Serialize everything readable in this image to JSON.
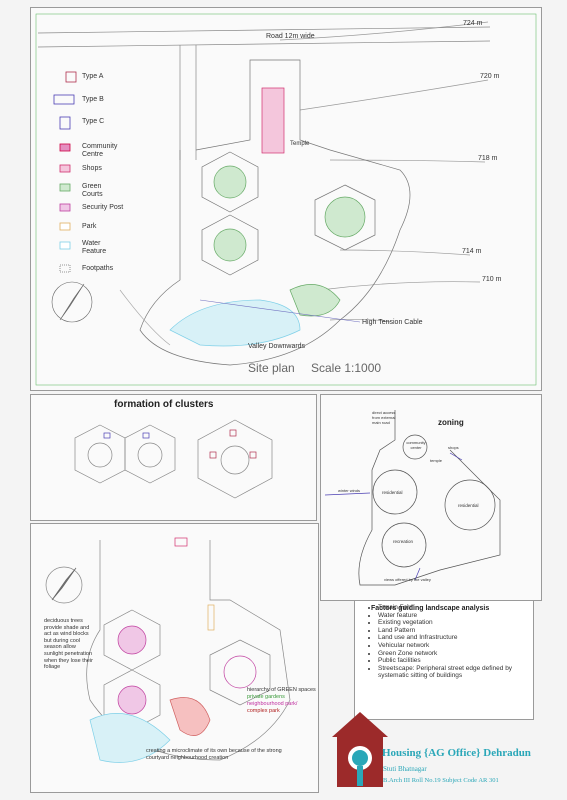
{
  "site": {
    "road_label": "Road 12m wide",
    "contours": [
      "724 m",
      "720 m",
      "718 m",
      "714 m",
      "710 m"
    ],
    "temple_label": "Temple",
    "cable_label": "High Tension Cable",
    "valley_label": "Valley Downwards",
    "plan_title": "Site plan",
    "scale": "Scale 1:1000"
  },
  "legend": [
    {
      "label": "Type A",
      "icon": "type-a-unit-icon",
      "color": "#b0304e"
    },
    {
      "label": "Type B",
      "icon": "type-b-unit-icon",
      "color": "#4b3fb3"
    },
    {
      "label": "Type C",
      "icon": "type-c-unit-icon",
      "color": "#4b3fb3"
    },
    {
      "label": "Community Centre",
      "icon": "community-centre-swatch",
      "color": "#e48fc0"
    },
    {
      "label": "Shops",
      "icon": "shops-swatch",
      "color": "#d0306e"
    },
    {
      "label": "Green Courts",
      "icon": "green-courts-swatch",
      "color": "#8fd08f"
    },
    {
      "label": "Security Post",
      "icon": "security-post-swatch",
      "color": "#c040a0"
    },
    {
      "label": "Park",
      "icon": "park-swatch",
      "color": "#e0b060"
    },
    {
      "label": "Water Feature",
      "icon": "water-feature-swatch",
      "color": "#7fd0e8"
    },
    {
      "label": "Footpaths",
      "icon": "footpaths-swatch",
      "color": "#777777"
    }
  ],
  "clusters": {
    "title": "formation of clusters"
  },
  "zoning": {
    "title": "zoning",
    "labels": {
      "access": "direct access from external main road",
      "community": "community center",
      "shops": "shops",
      "temple": "temple",
      "residential_1": "residential",
      "residential_2": "residential",
      "recreation": "recreation",
      "winds": "winter winds",
      "views": "views offered by the valley"
    }
  },
  "landscape": {
    "deciduous_note": "deciduous trees provide shade and act as wind blocks but during cool season allow sunlight penetration when they lose their foliage",
    "hierarchy": {
      "title": "hierarchy of GREEN spaces",
      "private": "private gardens",
      "neighbourhood": "neighbourhood park/",
      "complex": "complex park"
    },
    "microclimate_note": "creating a microclimate of its own because of the strong courtyard neighbourhood creation"
  },
  "factors": {
    "title": "Factors guiding landscape analysis",
    "items": [
      "Terrain Form",
      "Water feature",
      "Existing vegetation",
      "Land Pattern",
      "Land use and Infrastructure",
      "Vehicular network",
      "Green Zone network",
      "Public facilities",
      "Streetscape: Peripheral street edge defined by systematic sitting of buildings"
    ]
  },
  "title_block": {
    "project": "Housing {AG Office} Dehradun",
    "author": "Stuti Bhatnagar",
    "details": "B.Arch III   Roll No.19   Subject Code AR 301",
    "logo_color": "#9c2a2a",
    "accent_color": "#2aa7b8"
  }
}
